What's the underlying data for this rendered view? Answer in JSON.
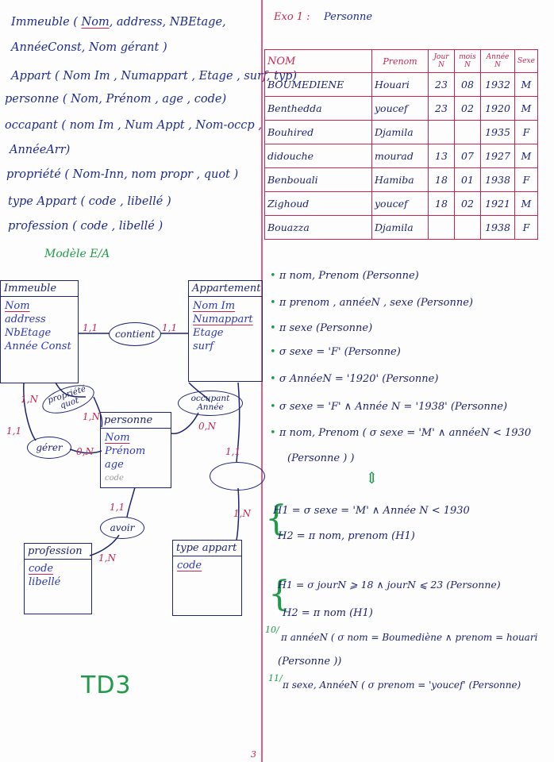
{
  "schema": [
    {
      "name": "Immeuble",
      "attrs": [
        "Nom",
        ", address, NBEtage,"
      ],
      "line2": "AnnéeConst, Nom gérant )"
    },
    {
      "text": "Appart ( Nom Im , Numappart , Etage , surf, typ)"
    },
    {
      "text": "personne ( Nom, Prénom , age , code)"
    },
    {
      "text": "occapant ( nom Im , Num Appt , Nom-occp ,"
    },
    {
      "text": "AnnéeArr)"
    },
    {
      "text": "propriété ( Nom-Inn, nom propr , quot )"
    },
    {
      "text": "type Appart ( code , libellé )"
    },
    {
      "text": "profession ( code , libellé )"
    }
  ],
  "model_label": "Modèle E/A",
  "erd": {
    "immeuble": {
      "title": "Immeuble",
      "attrs": [
        "Nom",
        "address",
        "NbEtage",
        "Année Const"
      ]
    },
    "appartement": {
      "title": "Appartement",
      "attrs": [
        "Nom Im",
        "Numappart",
        "Etage",
        "surf"
      ]
    },
    "personne": {
      "title": "personne",
      "attrs": [
        "Nom",
        "Prénom",
        "age",
        "code"
      ]
    },
    "profession": {
      "title": "profession",
      "attrs": [
        "code",
        "libellé"
      ]
    },
    "type_appart": {
      "title": "type appart",
      "attrs": [
        "code"
      ]
    },
    "rel_contient": "contient",
    "rel_propriete": "propriété quot",
    "rel_occupant": "occupant Année",
    "rel_gerer": "gérer",
    "rel_avoir": "avoir",
    "cards": {
      "c1": "1,1",
      "c2": "1,1",
      "c3": "1,N",
      "c4": "1,N",
      "c5": "1,1",
      "c6": "0,N",
      "c7": "0,N",
      "c8": "1,1",
      "c9": "1,1",
      "c10": "1,N",
      "c11": "1,N"
    }
  },
  "td_label": "TD3",
  "exo_title": "Exo 1 :",
  "exo_subject": "Personne",
  "table": {
    "headers": [
      "NOM",
      "Prenom",
      "Jour N",
      "mois N",
      "Année N",
      "Sexe"
    ],
    "rows": [
      [
        "BOUMEDIENE",
        "Houari",
        "23",
        "08",
        "1932",
        "M"
      ],
      [
        "Benthedda",
        "youcef",
        "23",
        "02",
        "1920",
        "M"
      ],
      [
        "Bouhired",
        "Djamila",
        "",
        "",
        "1935",
        "F"
      ],
      [
        "didouche",
        "mourad",
        "13",
        "07",
        "1927",
        "M"
      ],
      [
        "Benbouali",
        "Hamiba",
        "18",
        "01",
        "1938",
        "F"
      ],
      [
        "Zighoud",
        "youcef",
        "18",
        "02",
        "1921",
        "M"
      ],
      [
        "Bouazza",
        "Djamila",
        "",
        "",
        "1938",
        "F"
      ]
    ]
  },
  "queries": [
    "π nom, Prenom (Personne)",
    "π prenom , annéeN , sexe (Personne)",
    "π sexe (Personne)",
    "σ sexe = 'F' (Personne)",
    "σ AnnéeN = '1920' (Personne)",
    "σ sexe = 'F' ∧ Année N = '1938' (Personne)",
    "π nom, Prenom ( σ sexe = 'M' ∧ annéeN < 1930",
    "(Personne ) )"
  ],
  "equiv": "⇕",
  "h_block1": [
    "H1 = σ sexe = 'M' ∧ Année N < 1930",
    "H2 = π nom, prenom (H1)"
  ],
  "h_block2": [
    "H1 = σ jourN ⩾ 18 ∧ jourN ⩽ 23 (Personne)",
    "H2 = π nom (H1)"
  ],
  "q10_num": "10/",
  "q10": "π annéeN ( σ nom = Boumediène ∧ prenom = houari",
  "q10b": "(Personne ))",
  "q11_num": "11/",
  "q11": "π sexe, AnnéeN ( σ prenom = 'youcef' (Personne)",
  "page_num": "3"
}
